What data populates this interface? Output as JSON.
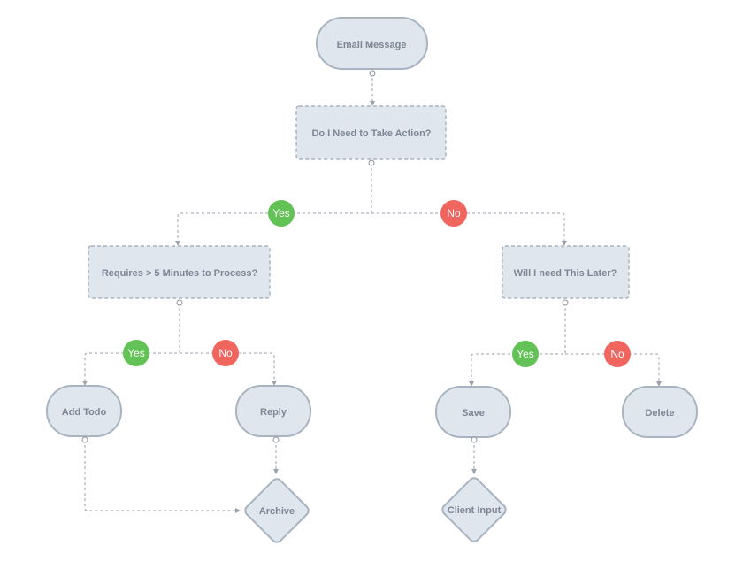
{
  "nodes": {
    "email_message": "Email Message",
    "need_action": "Do I Need to Take Action?",
    "requires_5min": "Requires > 5 Minutes to Process?",
    "need_later": "Will I need This Later?",
    "add_todo": "Add Todo",
    "reply": "Reply",
    "save": "Save",
    "delete": "Delete",
    "archive": "Archive",
    "client_input": "Client Input"
  },
  "badges": {
    "yes_label": "Yes",
    "no_label": "No"
  },
  "colors": {
    "yes": "#63c255",
    "no": "#f0655e",
    "node_fill": "#dfe6ee",
    "node_stroke": "#a9b4c0",
    "connector": "#9aa2ad",
    "text": "#7c8694"
  }
}
